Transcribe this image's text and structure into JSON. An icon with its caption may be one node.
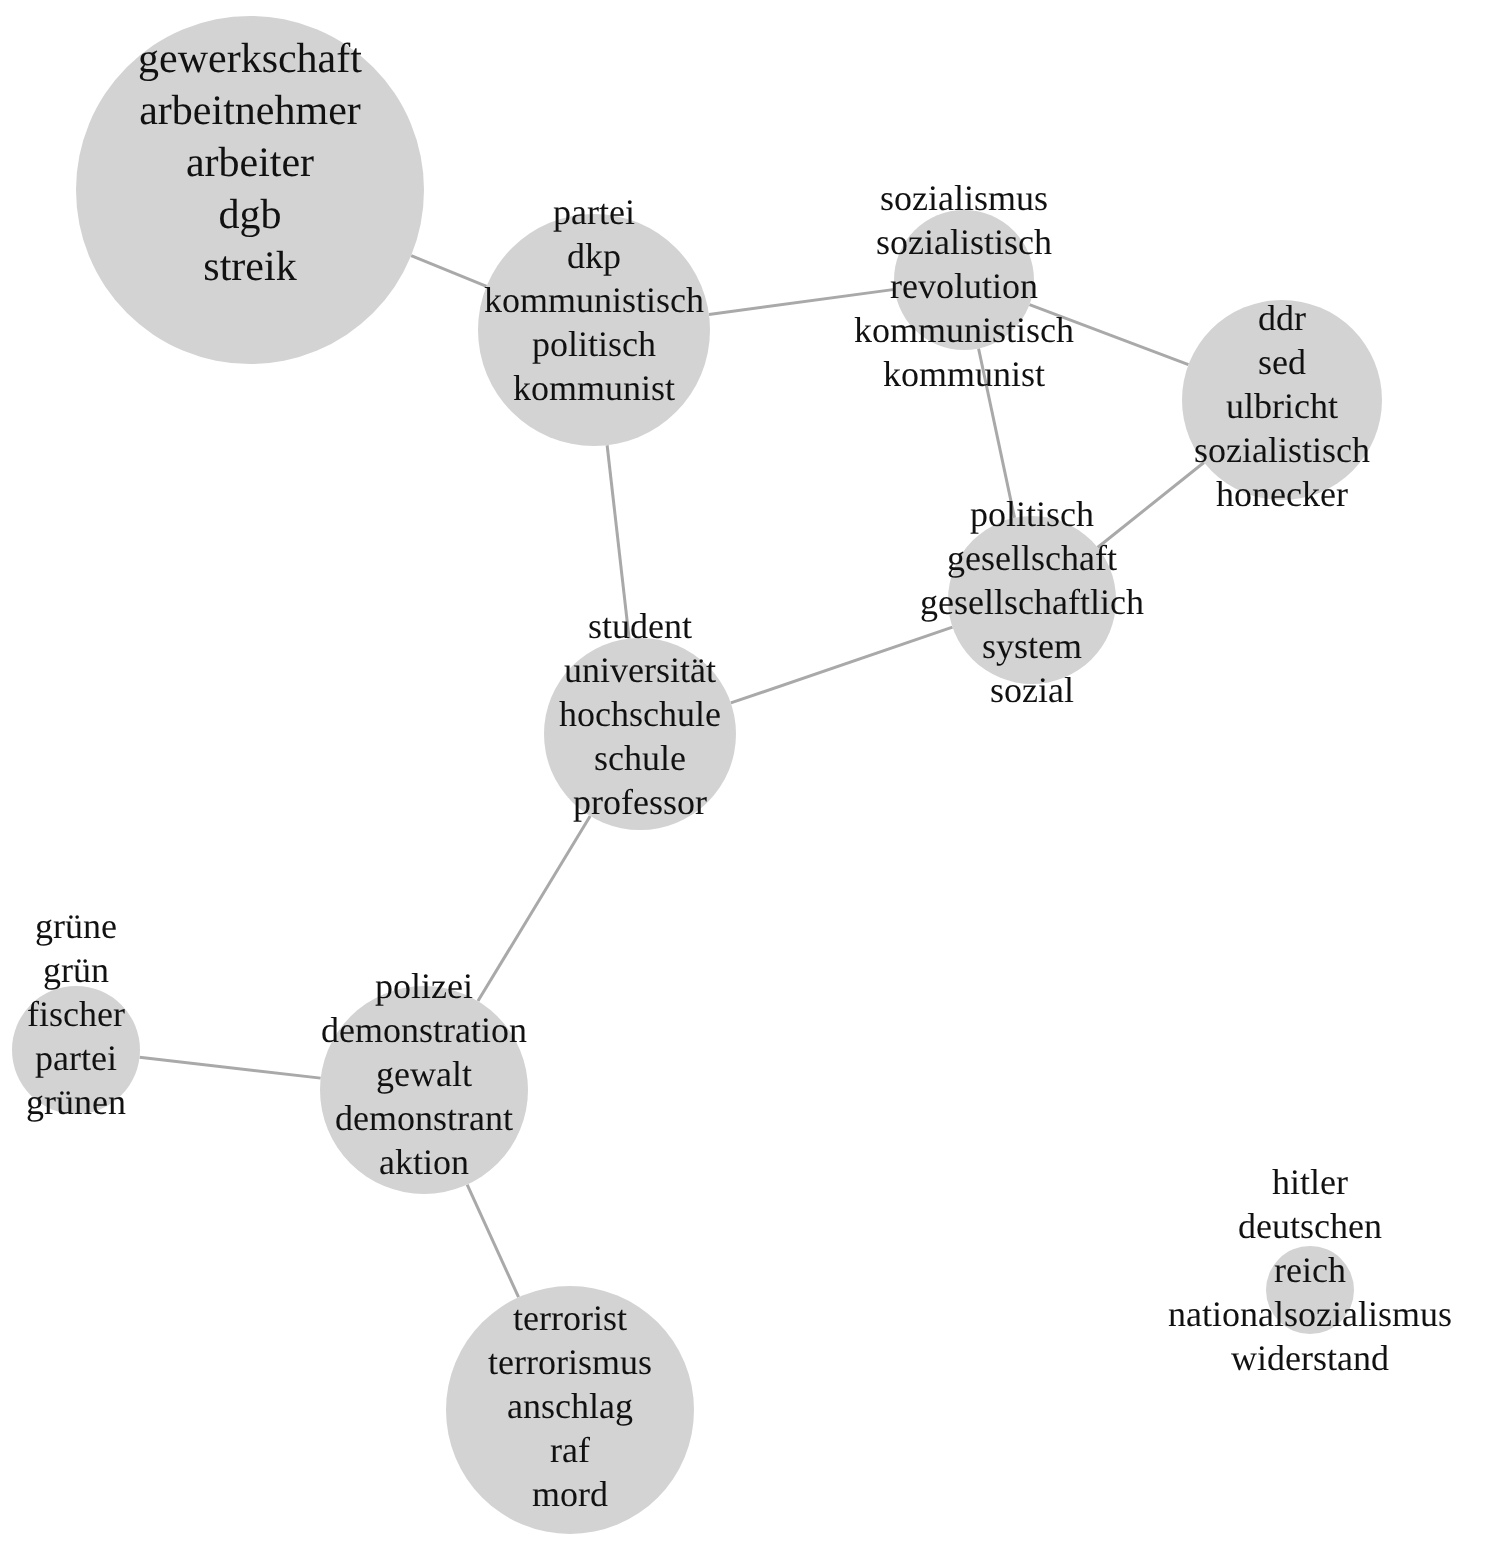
{
  "diagram": {
    "nodes": [
      {
        "text": [
          "gewerkschaft",
          "arbeitnehmer",
          "arbeiter",
          "dgb",
          "streik"
        ]
      },
      {
        "text": [
          "partei",
          "dkp",
          "kommunistisch",
          "politisch",
          "kommunist"
        ]
      },
      {
        "text": [
          "sozialismus",
          "sozialistisch",
          "revolution",
          "kommunistisch",
          "kommunist"
        ]
      },
      {
        "text": [
          "ddr",
          "sed",
          "ulbricht",
          "sozialistisch",
          "honecker"
        ]
      },
      {
        "text": [
          "politisch",
          "gesellschaft",
          "gesellschaftlich",
          "system",
          "sozial"
        ]
      },
      {
        "text": [
          "student",
          "universität",
          "hochschule",
          "schule",
          "professor"
        ]
      },
      {
        "text": [
          "grüne",
          "grün",
          "fischer",
          "partei",
          "grünen"
        ]
      },
      {
        "text": [
          "polizei",
          "demonstration",
          "gewalt",
          "demonstrant",
          "aktion"
        ]
      },
      {
        "text": [
          "hitler",
          "deutschen",
          "reich",
          "nationalsozialismus",
          "widerstand"
        ]
      },
      {
        "text": [
          "terrorist",
          "terrorismus",
          "anschlag",
          "raf",
          "mord"
        ]
      }
    ],
    "edges": [
      {
        "from": 0,
        "to": 1,
        "arrow": "none"
      },
      {
        "from": 1,
        "to": 2,
        "arrow": "none"
      },
      {
        "from": 2,
        "to": 3,
        "arrow": "none"
      },
      {
        "from": 2,
        "to": 4,
        "arrow": "none"
      },
      {
        "from": 3,
        "to": 4,
        "arrow": "none"
      },
      {
        "from": 1,
        "to": 5,
        "arrow": "none"
      },
      {
        "from": 5,
        "to": 4,
        "arrow": "none"
      },
      {
        "from": 5,
        "to": 7,
        "arrow": "none"
      },
      {
        "from": 6,
        "to": 7,
        "arrow": "none"
      },
      {
        "from": 7,
        "to": 9,
        "arrow": "none"
      }
    ]
  }
}
